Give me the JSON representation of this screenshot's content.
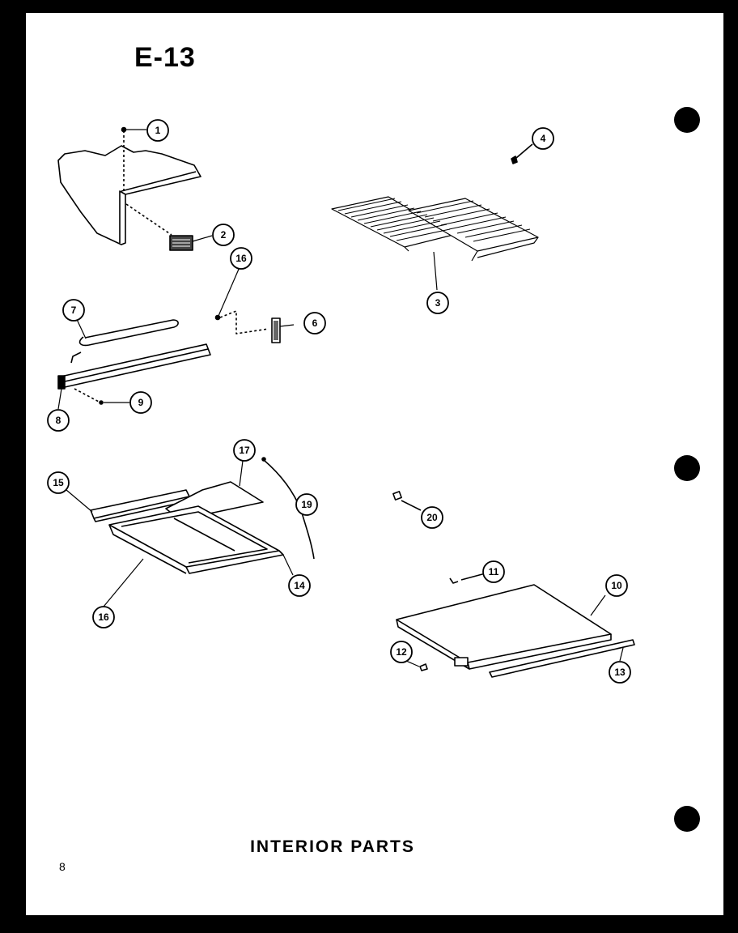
{
  "page": {
    "title": "E-13",
    "caption": "INTERIOR PARTS",
    "page_number": "8"
  },
  "callouts": [
    {
      "id": "c1",
      "label": "1"
    },
    {
      "id": "c2",
      "label": "2"
    },
    {
      "id": "c3",
      "label": "3"
    },
    {
      "id": "c4",
      "label": "4"
    },
    {
      "id": "c6",
      "label": "6"
    },
    {
      "id": "c7",
      "label": "7"
    },
    {
      "id": "c8",
      "label": "8"
    },
    {
      "id": "c9",
      "label": "9"
    },
    {
      "id": "c10",
      "label": "10"
    },
    {
      "id": "c11",
      "label": "11"
    },
    {
      "id": "c12",
      "label": "12"
    },
    {
      "id": "c13",
      "label": "13"
    },
    {
      "id": "c14",
      "label": "14"
    },
    {
      "id": "c15",
      "label": "15"
    },
    {
      "id": "c16a",
      "label": "16"
    },
    {
      "id": "c16b",
      "label": "16"
    },
    {
      "id": "c17",
      "label": "17"
    },
    {
      "id": "c19",
      "label": "19"
    },
    {
      "id": "c20",
      "label": "20"
    }
  ]
}
